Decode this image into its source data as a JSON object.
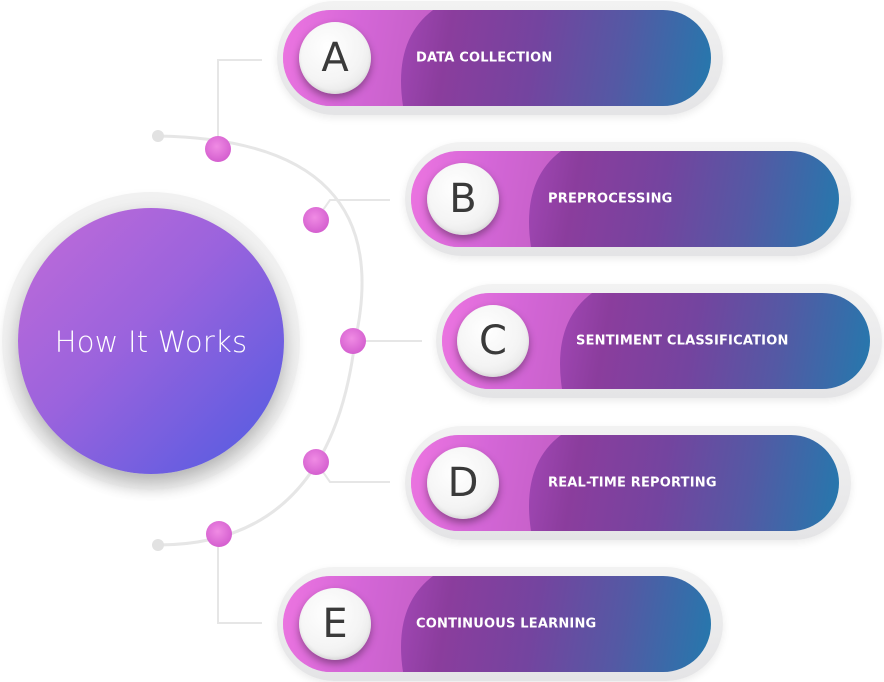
{
  "hub": {
    "title": "How It Works"
  },
  "steps": [
    {
      "letter": "A",
      "label": "DATA COLLECTION"
    },
    {
      "letter": "B",
      "label": "PREPROCESSING"
    },
    {
      "letter": "C",
      "label": "SENTIMENT CLASSIFICATION"
    },
    {
      "letter": "D",
      "label": "REAL-TIME REPORTING"
    },
    {
      "letter": "E",
      "label": "CONTINUOUS LEARNING"
    }
  ],
  "colors": {
    "hub_gradient_start": "#c36bd8",
    "hub_gradient_end": "#4f5fe3",
    "pill_pink": "#ea6fdd",
    "pill_purple": "#8b3d9d",
    "pill_blue": "#2479ad",
    "node_dot": "#e46fd6",
    "connector_line": "#e6e6e6"
  }
}
